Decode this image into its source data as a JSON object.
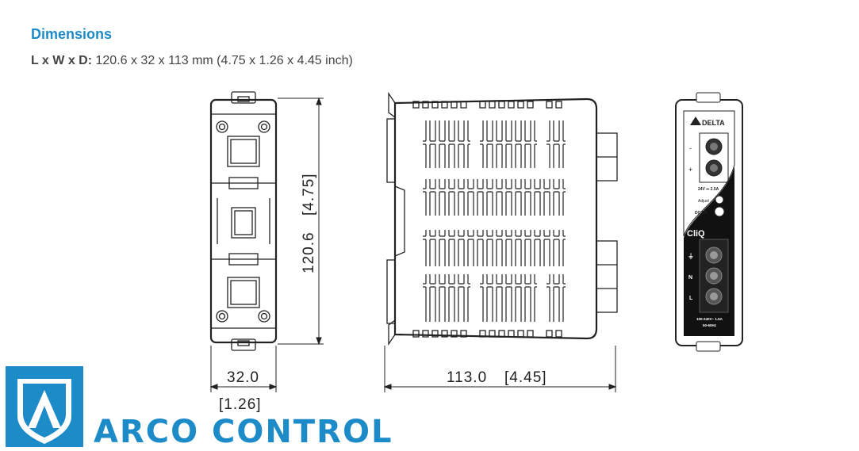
{
  "section": {
    "title": "Dimensions"
  },
  "dimensions": {
    "label": "L x W x D:",
    "value": "120.6 x 32 x 113 mm (4.75 x 1.26 x 4.45 inch)"
  },
  "front_view": {
    "height_mm": "120.6",
    "height_in": "[4.75]",
    "width_mm": "32.0",
    "width_in": "[1.26]"
  },
  "side_view": {
    "depth_mm": "113.0",
    "depth_in": "[4.45]"
  },
  "face_panel": {
    "brand": "DELTA",
    "minus": "-",
    "plus": "+",
    "output_rating": "24V ⎓ 2.5A",
    "adjust": "Adjust",
    "dc_ok": "DC OK",
    "series": "CliQ",
    "ground": "⏚",
    "neutral": "N",
    "line": "L",
    "input_rating_1": "100-240V~ 1.5A",
    "input_rating_2": "50-60Hz"
  },
  "logo": {
    "text": "ARCO CONTROL",
    "color": "#1e8bc9"
  }
}
